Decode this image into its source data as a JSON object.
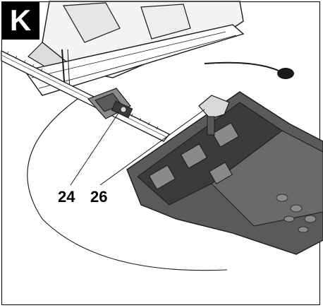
{
  "figure": {
    "letter": "K",
    "callouts": [
      {
        "id": "24",
        "text": "24"
      },
      {
        "id": "26",
        "text": "26"
      }
    ]
  },
  "colors": {
    "ink": "#000000",
    "line_art": "#1a1a1a",
    "plastic_dark": "#3a3a3a",
    "plastic_mid": "#5a5a5a",
    "plastic_light": "#8a8a8a",
    "metal": "#d9d9d9"
  },
  "icons": [
    "jigsaw-illustration",
    "circle-cutter-illustration",
    "guide-rule-illustration"
  ]
}
